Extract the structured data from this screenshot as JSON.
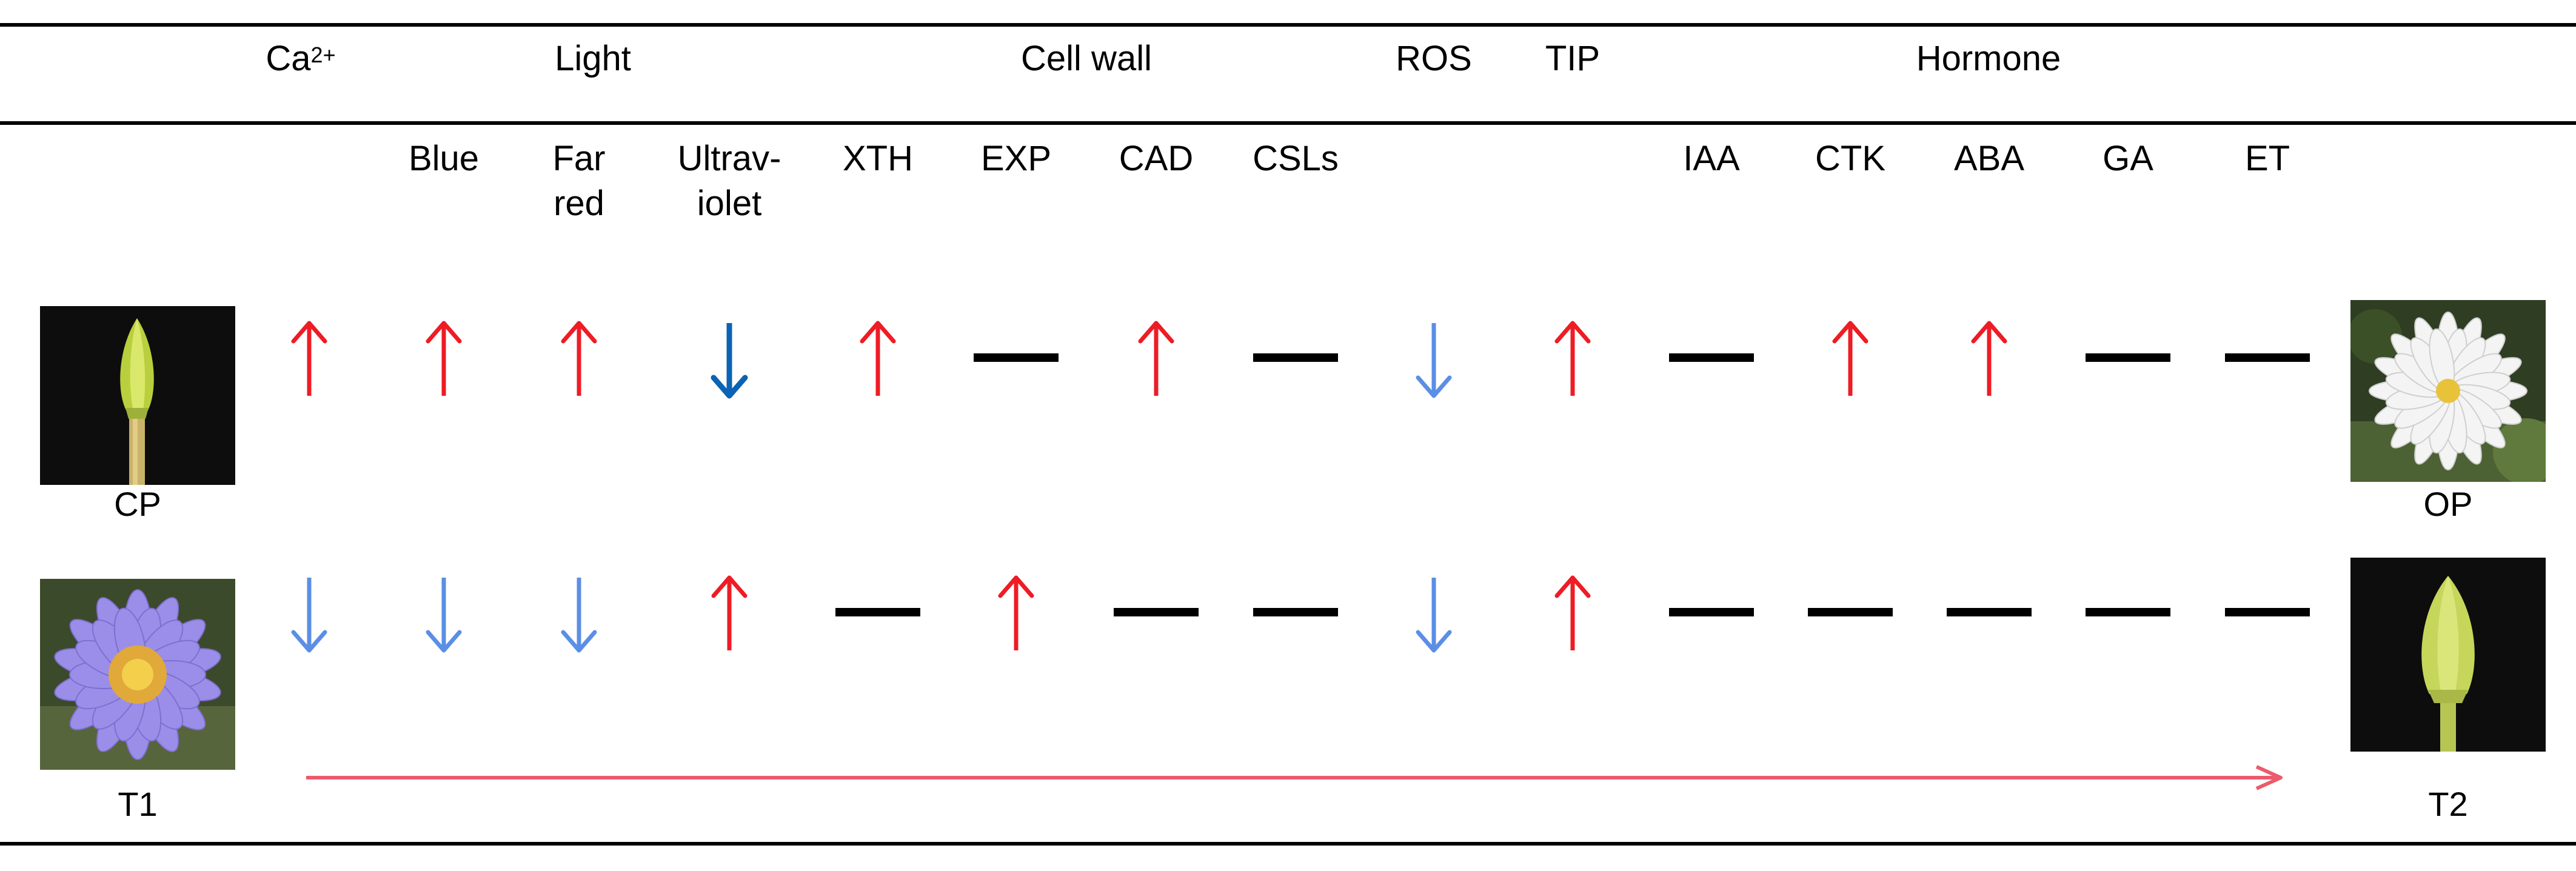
{
  "header": {
    "groups": [
      {
        "label": "Ca2+",
        "main": "Ca",
        "sup": "2+"
      },
      {
        "label": "Light"
      },
      {
        "label": "Cell wall"
      },
      {
        "label": "ROS"
      },
      {
        "label": "TIP"
      },
      {
        "label": "Hormone"
      }
    ],
    "subheaders": [
      "Blue",
      "Far red",
      "Ultrav-iolet",
      "XTH",
      "EXP",
      "CAD",
      "CSLs",
      "IAA",
      "CTK",
      "ABA",
      "GA",
      "ET"
    ]
  },
  "columns": [
    "Ca2+",
    "Blue",
    "Far red",
    "Ultraviolet",
    "XTH",
    "EXP",
    "CAD",
    "CSLs",
    "ROS",
    "TIP",
    "IAA",
    "CTK",
    "ABA",
    "GA",
    "ET"
  ],
  "rows": [
    {
      "left_label": "CP",
      "right_label": "OP",
      "left_icon": "closed-bud-photo",
      "right_icon": "white-open-flower-photo",
      "states": [
        "up",
        "up",
        "up",
        "down-dark",
        "up",
        "none",
        "up",
        "none",
        "down",
        "up",
        "none",
        "up",
        "up",
        "none",
        "none"
      ]
    },
    {
      "left_label": "T1",
      "right_label": "T2",
      "left_icon": "purple-flower-photo",
      "right_icon": "green-bud-photo",
      "states": [
        "down",
        "down",
        "down",
        "up",
        "none",
        "up",
        "none",
        "none",
        "down",
        "up",
        "none",
        "none",
        "none",
        "none",
        "none"
      ]
    }
  ],
  "legend_icons": {
    "up": "up-arrow-icon",
    "down": "down-arrow-icon",
    "none": "no-change-dash-icon",
    "timeline": "timeline-arrow-icon"
  },
  "colors": {
    "up": "#ee1c25",
    "down": "#5b8ee6",
    "down_dark": "#0a63b5",
    "none": "#000000",
    "timeline": "#ec5a6c",
    "rule": "#000000"
  }
}
